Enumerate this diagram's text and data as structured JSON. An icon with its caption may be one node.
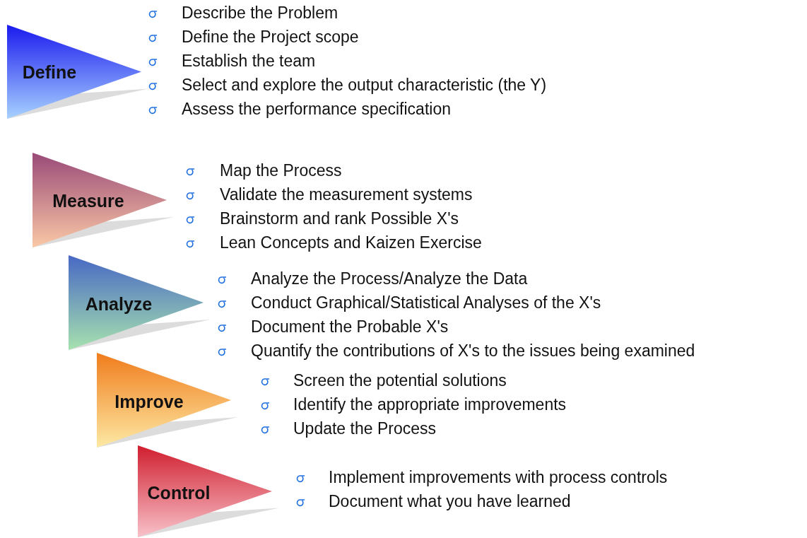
{
  "diagram": {
    "nodes": [
      {
        "text": [
          "Define"
        ],
        "beside": [
          "Describe the Problem",
          "Define the Project scope",
          "Establish the team",
          "Select and explore the output characteristic (the Y)",
          "Assess the performance specification"
        ]
      },
      {
        "text": [
          "Measure"
        ],
        "beside": [
          "Map the Process",
          "Validate the measurement systems",
          "Brainstorm and rank Possible X's",
          "Lean Concepts and Kaizen Exercise"
        ]
      },
      {
        "text": [
          "Analyze"
        ],
        "beside": [
          "Analyze the Process/Analyze the Data",
          "Conduct Graphical/Statistical Analyses of the X's",
          "Document the Probable X's",
          "Quantify the contributions of X's to the issues being examined"
        ]
      },
      {
        "text": [
          "Improve"
        ],
        "beside": [
          "Screen the potential solutions",
          "Identify the appropriate improvements",
          "Update the Process"
        ]
      },
      {
        "text": [
          "Control"
        ],
        "beside": [
          "Implement improvements with process controls",
          "Document what you have learned"
        ]
      }
    ]
  }
}
